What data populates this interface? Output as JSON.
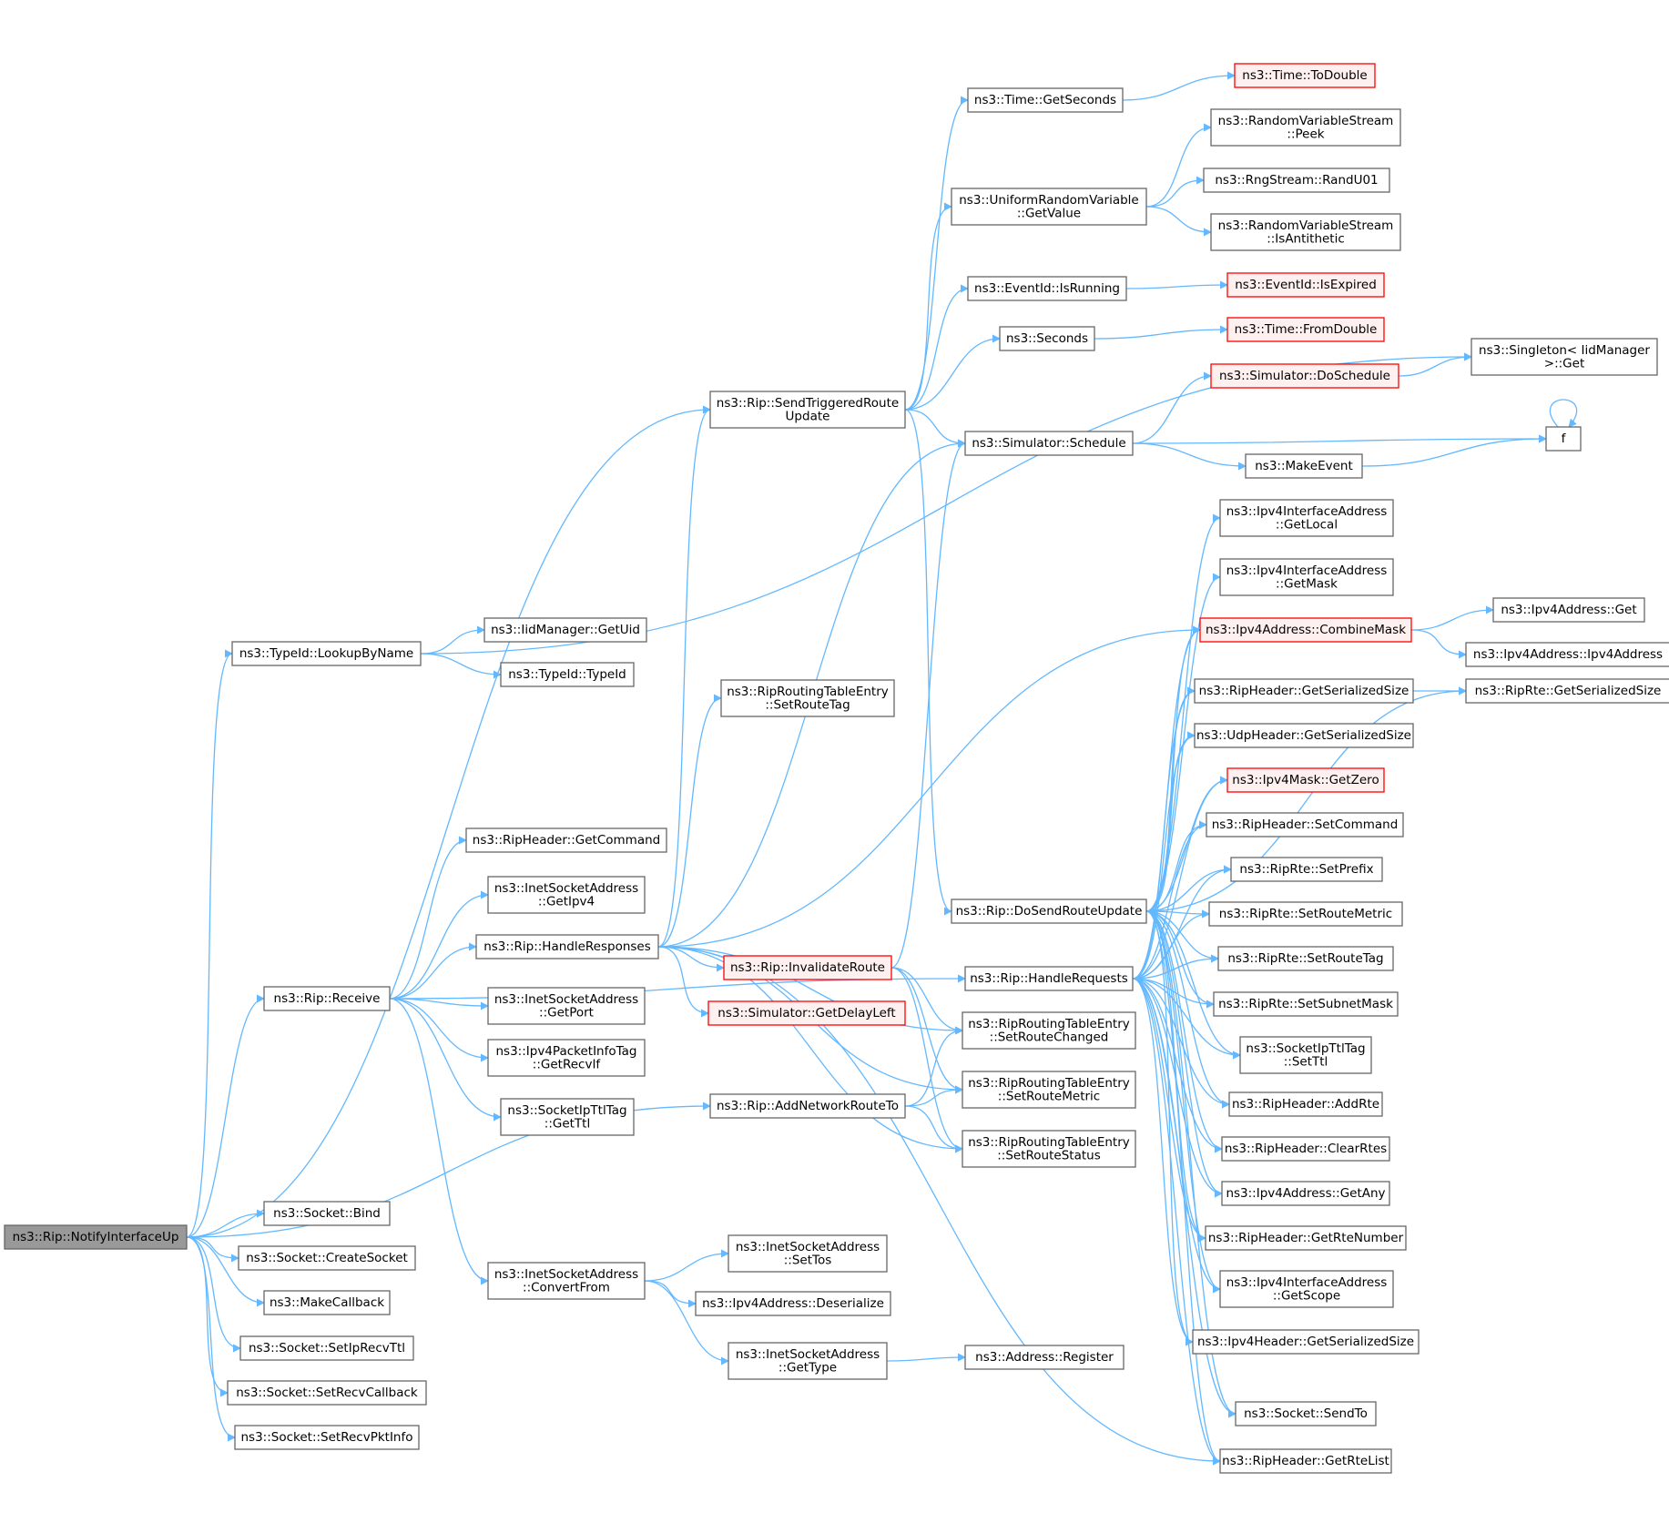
{
  "colors": {
    "edge": "#63b8ff",
    "node_fill": "#ffffff",
    "node_border": "#666666",
    "root_fill": "#999999",
    "root_border": "#666666",
    "red_fill": "#fff0f0",
    "red_border": "#ff0000"
  },
  "nodes": [
    {
      "id": "notify",
      "lines": [
        "ns3::Rip::NotifyInterfaceUp"
      ],
      "style": "root"
    },
    {
      "id": "lookup",
      "lines": [
        "ns3::TypeId::LookupByName"
      ],
      "style": "normal"
    },
    {
      "id": "receive",
      "lines": [
        "ns3::Rip::Receive"
      ],
      "style": "normal"
    },
    {
      "id": "addnet",
      "lines": [
        "ns3::Rip::AddNetworkRouteTo"
      ],
      "style": "normal"
    },
    {
      "id": "sendtrig",
      "lines": [
        "ns3::Rip::SendTriggeredRoute",
        "Update"
      ],
      "style": "normal"
    },
    {
      "id": "bind",
      "lines": [
        "ns3::Socket::Bind"
      ],
      "style": "normal"
    },
    {
      "id": "createsock",
      "lines": [
        "ns3::Socket::CreateSocket"
      ],
      "style": "normal"
    },
    {
      "id": "makecb",
      "lines": [
        "ns3::MakeCallback"
      ],
      "style": "normal"
    },
    {
      "id": "setiprecvttl",
      "lines": [
        "ns3::Socket::SetIpRecvTtl"
      ],
      "style": "normal"
    },
    {
      "id": "setrecvcb",
      "lines": [
        "ns3::Socket::SetRecvCallback"
      ],
      "style": "normal"
    },
    {
      "id": "setrecvpkt",
      "lines": [
        "ns3::Socket::SetRecvPktInfo"
      ],
      "style": "normal"
    },
    {
      "id": "getuid",
      "lines": [
        "ns3::IidManager::GetUid"
      ],
      "style": "normal"
    },
    {
      "id": "typeidctor",
      "lines": [
        "ns3::TypeId::TypeId"
      ],
      "style": "normal"
    },
    {
      "id": "singleton",
      "lines": [
        "ns3::Singleton< IidManager",
        ">::Get"
      ],
      "style": "normal"
    },
    {
      "id": "hdrgetcmd",
      "lines": [
        "ns3::RipHeader::GetCommand"
      ],
      "style": "normal"
    },
    {
      "id": "getipv4",
      "lines": [
        "ns3::InetSocketAddress",
        "::GetIpv4"
      ],
      "style": "normal"
    },
    {
      "id": "handleresp",
      "lines": [
        "ns3::Rip::HandleResponses"
      ],
      "style": "normal"
    },
    {
      "id": "getport",
      "lines": [
        "ns3::InetSocketAddress",
        "::GetPort"
      ],
      "style": "normal"
    },
    {
      "id": "getrecvif",
      "lines": [
        "ns3::Ipv4PacketInfoTag",
        "::GetRecvIf"
      ],
      "style": "normal"
    },
    {
      "id": "getttl",
      "lines": [
        "ns3::SocketIpTtlTag",
        "::GetTtl"
      ],
      "style": "normal"
    },
    {
      "id": "convertfrom",
      "lines": [
        "ns3::InetSocketAddress",
        "::ConvertFrom"
      ],
      "style": "normal"
    },
    {
      "id": "setroutetag_rt",
      "lines": [
        "ns3::RipRoutingTableEntry",
        "::SetRouteTag"
      ],
      "style": "normal"
    },
    {
      "id": "invalidate",
      "lines": [
        "ns3::Rip::InvalidateRoute"
      ],
      "style": "red"
    },
    {
      "id": "delayleft",
      "lines": [
        "ns3::Simulator::GetDelayLeft"
      ],
      "style": "red"
    },
    {
      "id": "settos",
      "lines": [
        "ns3::InetSocketAddress",
        "::SetTos"
      ],
      "style": "normal"
    },
    {
      "id": "deserialize",
      "lines": [
        "ns3::Ipv4Address::Deserialize"
      ],
      "style": "normal"
    },
    {
      "id": "gettype",
      "lines": [
        "ns3::InetSocketAddress",
        "::GetType"
      ],
      "style": "normal"
    },
    {
      "id": "register",
      "lines": [
        "ns3::Address::Register"
      ],
      "style": "normal"
    },
    {
      "id": "getseconds",
      "lines": [
        "ns3::Time::GetSeconds"
      ],
      "style": "normal"
    },
    {
      "id": "urvgetvalue",
      "lines": [
        "ns3::UniformRandomVariable",
        "::GetValue"
      ],
      "style": "normal"
    },
    {
      "id": "isrunning",
      "lines": [
        "ns3::EventId::IsRunning"
      ],
      "style": "normal"
    },
    {
      "id": "seconds",
      "lines": [
        "ns3::Seconds"
      ],
      "style": "normal"
    },
    {
      "id": "schedule",
      "lines": [
        "ns3::Simulator::Schedule"
      ],
      "style": "normal"
    },
    {
      "id": "dosend",
      "lines": [
        "ns3::Rip::DoSendRouteUpdate"
      ],
      "style": "normal"
    },
    {
      "id": "handlereq",
      "lines": [
        "ns3::Rip::HandleRequests"
      ],
      "style": "normal"
    },
    {
      "id": "setroutechanged",
      "lines": [
        "ns3::RipRoutingTableEntry",
        "::SetRouteChanged"
      ],
      "style": "normal"
    },
    {
      "id": "setroutemetric_rt",
      "lines": [
        "ns3::RipRoutingTableEntry",
        "::SetRouteMetric"
      ],
      "style": "normal"
    },
    {
      "id": "setroutestatus",
      "lines": [
        "ns3::RipRoutingTableEntry",
        "::SetRouteStatus"
      ],
      "style": "normal"
    },
    {
      "id": "todouble",
      "lines": [
        "ns3::Time::ToDouble"
      ],
      "style": "red"
    },
    {
      "id": "peek",
      "lines": [
        "ns3::RandomVariableStream",
        "::Peek"
      ],
      "style": "normal"
    },
    {
      "id": "randu01",
      "lines": [
        "ns3::RngStream::RandU01"
      ],
      "style": "normal"
    },
    {
      "id": "isanti",
      "lines": [
        "ns3::RandomVariableStream",
        "::IsAntithetic"
      ],
      "style": "normal"
    },
    {
      "id": "isexpired",
      "lines": [
        "ns3::EventId::IsExpired"
      ],
      "style": "red"
    },
    {
      "id": "fromdouble",
      "lines": [
        "ns3::Time::FromDouble"
      ],
      "style": "red"
    },
    {
      "id": "doschedule",
      "lines": [
        "ns3::Simulator::DoSchedule"
      ],
      "style": "red"
    },
    {
      "id": "makeevent",
      "lines": [
        "ns3::MakeEvent"
      ],
      "style": "normal"
    },
    {
      "id": "f",
      "lines": [
        "f"
      ],
      "style": "normal"
    },
    {
      "id": "iaGetLocal",
      "lines": [
        "ns3::Ipv4InterfaceAddress",
        "::GetLocal"
      ],
      "style": "normal"
    },
    {
      "id": "iaGetMask",
      "lines": [
        "ns3::Ipv4InterfaceAddress",
        "::GetMask"
      ],
      "style": "normal"
    },
    {
      "id": "combinemask",
      "lines": [
        "ns3::Ipv4Address::CombineMask"
      ],
      "style": "red"
    },
    {
      "id": "hdrGetSer",
      "lines": [
        "ns3::RipHeader::GetSerializedSize"
      ],
      "style": "normal"
    },
    {
      "id": "udpGetSer",
      "lines": [
        "ns3::UdpHeader::GetSerializedSize"
      ],
      "style": "normal"
    },
    {
      "id": "maskGetZero",
      "lines": [
        "ns3::Ipv4Mask::GetZero"
      ],
      "style": "red"
    },
    {
      "id": "hdrSetCmd",
      "lines": [
        "ns3::RipHeader::SetCommand"
      ],
      "style": "normal"
    },
    {
      "id": "rteSetPrefix",
      "lines": [
        "ns3::RipRte::SetPrefix"
      ],
      "style": "normal"
    },
    {
      "id": "rteSetMetric",
      "lines": [
        "ns3::RipRte::SetRouteMetric"
      ],
      "style": "normal"
    },
    {
      "id": "rteSetTag",
      "lines": [
        "ns3::RipRte::SetRouteTag"
      ],
      "style": "normal"
    },
    {
      "id": "rteSetMask",
      "lines": [
        "ns3::RipRte::SetSubnetMask"
      ],
      "style": "normal"
    },
    {
      "id": "ttlSetTtl",
      "lines": [
        "ns3::SocketIpTtlTag",
        "::SetTtl"
      ],
      "style": "normal"
    },
    {
      "id": "hdrAddRte",
      "lines": [
        "ns3::RipHeader::AddRte"
      ],
      "style": "normal"
    },
    {
      "id": "hdrClear",
      "lines": [
        "ns3::RipHeader::ClearRtes"
      ],
      "style": "normal"
    },
    {
      "id": "addrGetAny",
      "lines": [
        "ns3::Ipv4Address::GetAny"
      ],
      "style": "normal"
    },
    {
      "id": "hdrRteNum",
      "lines": [
        "ns3::RipHeader::GetRteNumber"
      ],
      "style": "normal"
    },
    {
      "id": "iaGetScope",
      "lines": [
        "ns3::Ipv4InterfaceAddress",
        "::GetScope"
      ],
      "style": "normal"
    },
    {
      "id": "ipv4HdrSer",
      "lines": [
        "ns3::Ipv4Header::GetSerializedSize"
      ],
      "style": "normal"
    },
    {
      "id": "sendTo",
      "lines": [
        "ns3::Socket::SendTo"
      ],
      "style": "normal"
    },
    {
      "id": "hdrRteList",
      "lines": [
        "ns3::RipHeader::GetRteList"
      ],
      "style": "normal"
    },
    {
      "id": "addrGet",
      "lines": [
        "ns3::Ipv4Address::Get"
      ],
      "style": "normal"
    },
    {
      "id": "addrCtor",
      "lines": [
        "ns3::Ipv4Address::Ipv4Address"
      ],
      "style": "normal"
    },
    {
      "id": "rteGetSer",
      "lines": [
        "ns3::RipRte::GetSerializedSize"
      ],
      "style": "normal"
    }
  ]
}
